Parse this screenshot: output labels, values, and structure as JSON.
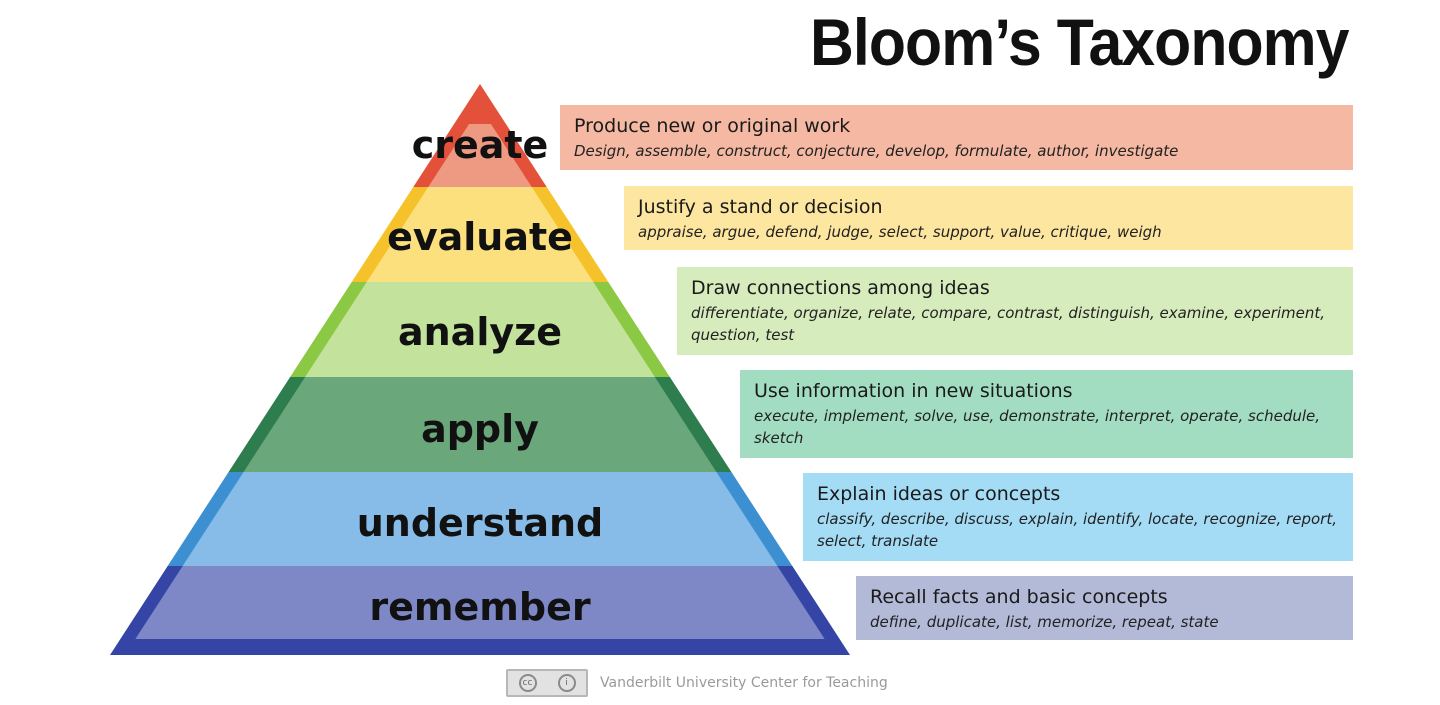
{
  "title": "Bloom’s Taxonomy",
  "levels": [
    {
      "label": "create",
      "heading": "Produce new or original work",
      "verbs": "Design, assemble, construct, conjecture, develop, formulate, author, investigate",
      "colors": {
        "outer": "#e4513a",
        "inner": "#ee9a82",
        "box": "#f4b8a3"
      }
    },
    {
      "label": "evaluate",
      "heading": "Justify a stand or decision",
      "verbs": "appraise, argue, defend, judge, select, support, value, critique, weigh",
      "colors": {
        "outer": "#f6c22c",
        "inner": "#fbe07d",
        "box": "#fde6a0"
      }
    },
    {
      "label": "analyze",
      "heading": "Draw connections among ideas",
      "verbs": "differentiate, organize, relate, compare, contrast, distinguish, examine, experiment, question, test",
      "colors": {
        "outer": "#8bc843",
        "inner": "#c3e29b",
        "box": "#d6ecbd"
      }
    },
    {
      "label": "apply",
      "heading": "Use information in new situations",
      "verbs": "execute, implement, solve, use, demonstrate, interpret, operate, schedule, sketch",
      "colors": {
        "outer": "#2e7d4f",
        "inner": "#6aa87c",
        "box": "#a3ddc1"
      }
    },
    {
      "label": "understand",
      "heading": "Explain ideas or concepts",
      "verbs": "classify, describe, discuss, explain, identify, locate, recognize, report, select, translate",
      "colors": {
        "outer": "#3c90d1",
        "inner": "#86bce7",
        "box": "#a5dcf5"
      }
    },
    {
      "label": "remember",
      "heading": "Recall facts and basic concepts",
      "verbs": "define, duplicate, list, memorize, repeat, state",
      "colors": {
        "outer": "#3545a6",
        "inner": "#7e88c6",
        "box": "#b3bad7"
      }
    }
  ],
  "footer": {
    "license_icon": "creative-commons-icon",
    "credit": "Vanderbilt University Center for Teaching"
  }
}
